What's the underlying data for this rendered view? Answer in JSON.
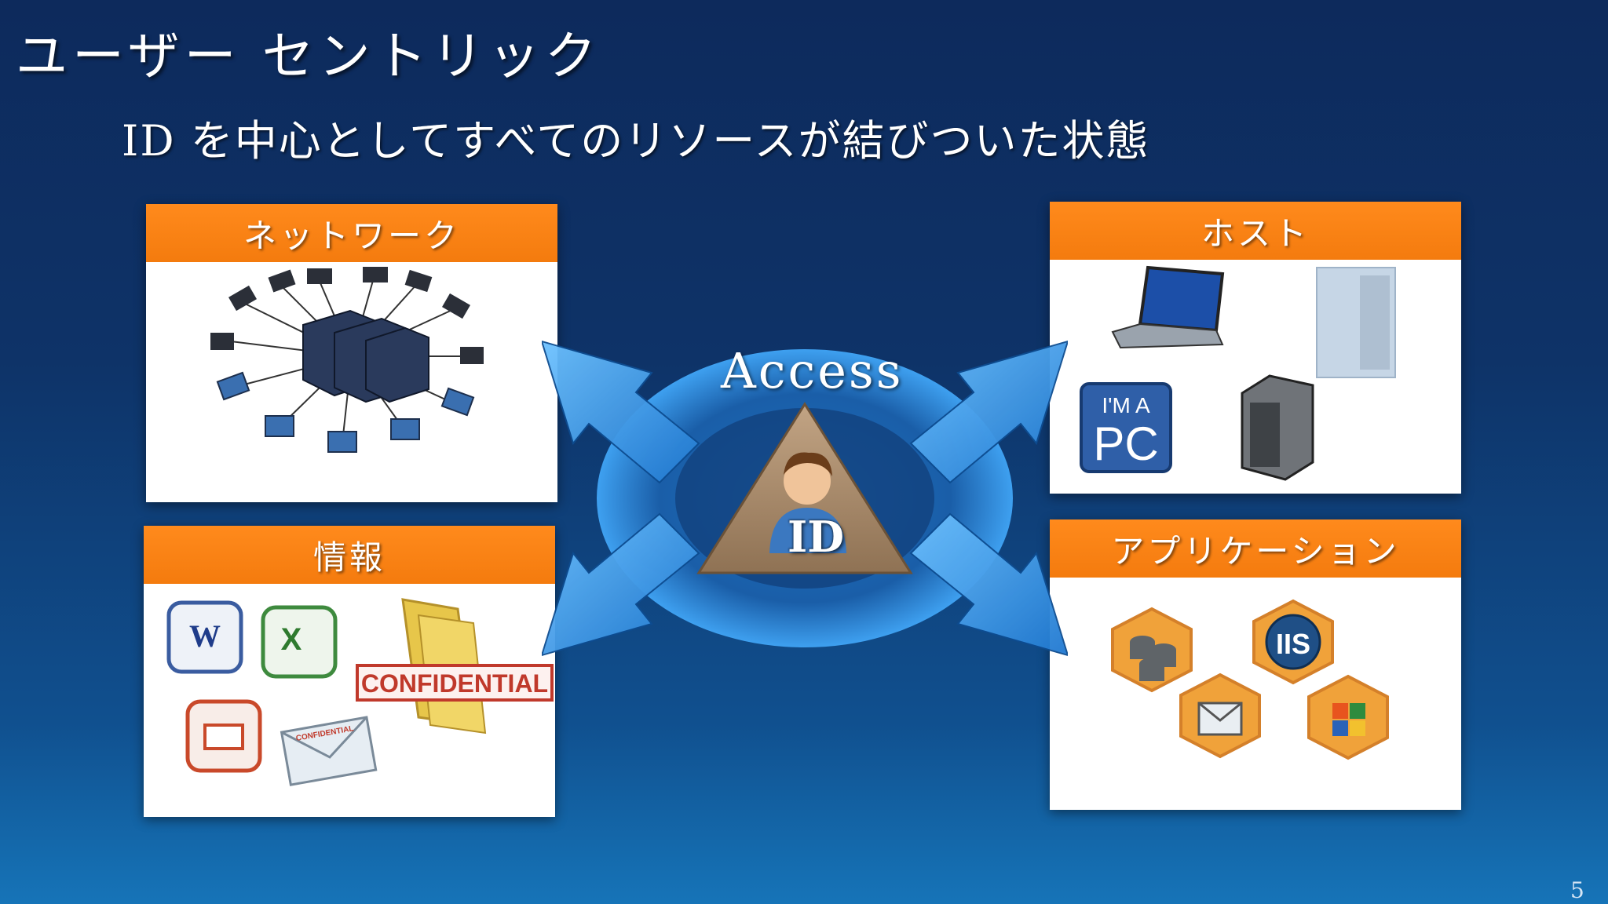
{
  "title": "ユーザー セントリック",
  "subtitle": "ID を中心としてすべてのリソースが結びついた状態",
  "center": {
    "access_label": "Access",
    "id_label": "ID",
    "icon": "user-icon"
  },
  "panels": {
    "network": {
      "title": "ネットワーク",
      "icons": [
        "server-rack-icon",
        "laptop-icon"
      ]
    },
    "host": {
      "title": "ホスト",
      "icons": [
        "laptop-icon",
        "tower-server-icon",
        "im-a-pc-logo",
        "rack-server-icon"
      ]
    },
    "info": {
      "title": "情報",
      "icons": [
        "word-document-icon",
        "excel-document-icon",
        "powerpoint-document-icon",
        "confidential-envelope-icon",
        "confidential-folder-icon"
      ],
      "stamp_text": "CONFIDENTIAL",
      "envelope_stamp_text": "CONFIDENTIAL"
    },
    "apps": {
      "title": "アプリケーション",
      "icons": [
        "database-hex-icon",
        "iis-hex-icon",
        "mail-hex-icon",
        "office-hex-icon"
      ],
      "iis_text": "IIS"
    }
  },
  "logo_text": {
    "im_a": "I'M A",
    "pc": "PC"
  },
  "doc_letters": {
    "word": "W",
    "excel": "X"
  },
  "page_number": "5",
  "colors": {
    "background_top": "#0d2a5c",
    "background_bottom": "#1674b8",
    "panel_header": "#f47b0e",
    "arrow": "#2a8ee0",
    "triangle": "#a88a6a"
  }
}
